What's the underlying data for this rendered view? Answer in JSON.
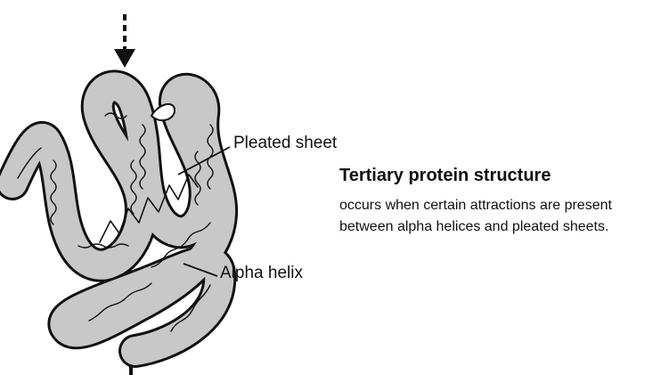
{
  "labels": {
    "pleated_sheet": "Pleated sheet",
    "alpha_helix": "Alpha helix"
  },
  "caption": {
    "title": "Tertiary protein structure",
    "line1": "occurs when certain attractions are present",
    "line2": "between alpha helices and pleated sheets."
  },
  "colors": {
    "ribbon_fill": "#c8c8c8",
    "ink": "#111111",
    "background": "#ffffff"
  }
}
